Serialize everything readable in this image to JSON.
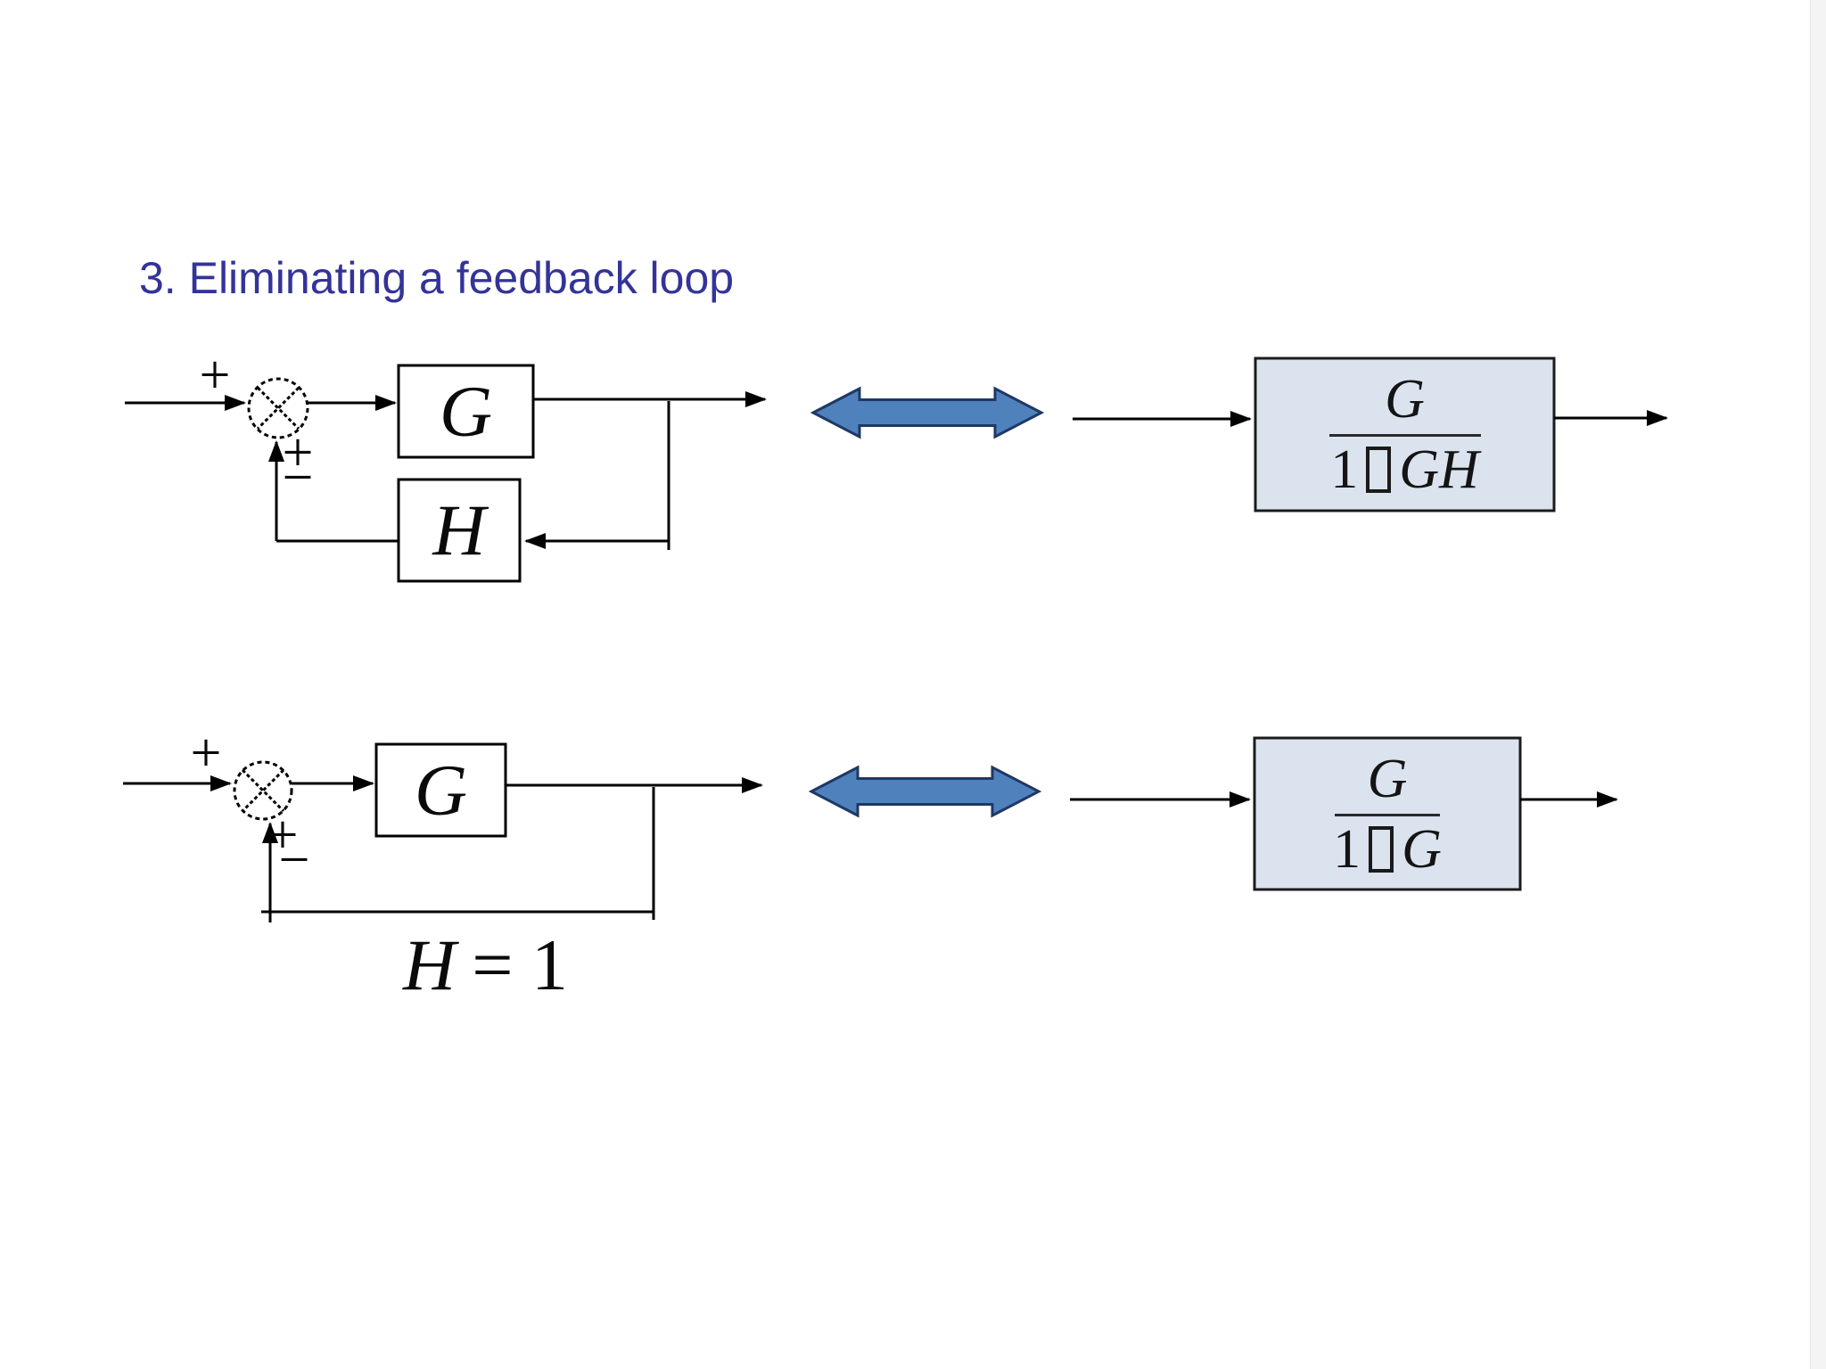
{
  "title": "3. Eliminating a feedback loop",
  "colors": {
    "title_text": "#333399",
    "line": "#000000",
    "equivalent_box_fill": "#dbe3ef",
    "equivalent_box_border": "#1b1b1b",
    "double_arrow_fill": "#4f81bd",
    "double_arrow_border": "#1f3864"
  },
  "diagram1": {
    "input_sign": "+",
    "feedback_plus": "+",
    "feedback_minus": "−",
    "forward_block_label": "G",
    "feedback_block_label": "H",
    "equivalent_block": {
      "numerator": "G",
      "denominator_prefix": "1",
      "denominator_suffix": "GH"
    }
  },
  "diagram2": {
    "input_sign": "+",
    "feedback_plus": "+",
    "feedback_minus": "−",
    "forward_block_label": "G",
    "note": {
      "variable": "H",
      "value": "= 1"
    },
    "equivalent_block": {
      "numerator": "G",
      "denominator_prefix": "1",
      "denominator_suffix": "G"
    }
  }
}
